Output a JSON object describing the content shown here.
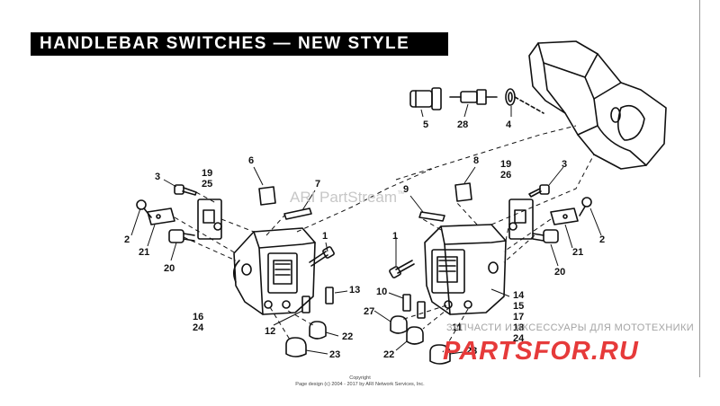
{
  "title": "HANDLEBAR SWITCHES — NEW STYLE",
  "watermark": {
    "text": "ARI PartStream",
    "mark": "™"
  },
  "copyright": {
    "line1": "Copyright",
    "line2": "Page design (c) 2004 - 2017 by ARI Network Services, Inc."
  },
  "brand": {
    "tagline": "ЗАПЧАСТИ И АКСЕССУАРЫ ДЛЯ МОТОТЕХНИКИ",
    "logo": "PARTSFOR.RU"
  },
  "colors": {
    "line": "#111111",
    "brand_red": "#e63a3a",
    "title_bg": "#000000"
  },
  "callouts": {
    "c5": "5",
    "c28": "28",
    "c4": "4",
    "c6": "6",
    "c7": "7",
    "c8": "8",
    "c9": "9",
    "c3l": "3",
    "c19l": "19",
    "c25": "25",
    "c2l": "2",
    "c21l": "21",
    "c20l": "20",
    "c1l": "1",
    "c13l": "13",
    "c16": "16",
    "c24l": "24",
    "c12": "12",
    "c22l": "22",
    "c23l": "23",
    "c19r": "19",
    "c26": "26",
    "c3r": "3",
    "c2r": "2",
    "c21r": "21",
    "c20r": "20",
    "c1r": "1",
    "c10": "10",
    "c27": "27",
    "c14": "14",
    "c15": "15",
    "c17": "17",
    "c18": "18",
    "c24r": "24",
    "c11": "11",
    "c22r": "22",
    "c23r": "23"
  }
}
